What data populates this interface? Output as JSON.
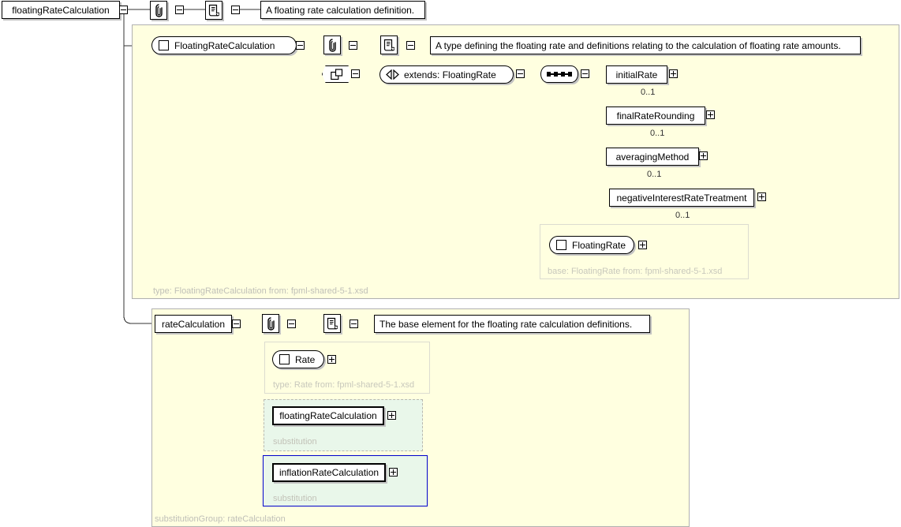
{
  "diagram": {
    "root_element": {
      "label": "floatingRateCalculation",
      "annotation_icon": "paperclip-icon",
      "documentation_icon": "document-icon",
      "documentation": "A floating rate calculation definition."
    },
    "type_panel": {
      "footer": "type: FloatingRateCalculation from: fpml-shared-5-1.xsd",
      "type_box": {
        "label": "FloatingRateCalculation",
        "icon": "square-icon"
      },
      "annotation_icon": "paperclip-icon",
      "documentation_icon": "document-icon",
      "documentation": "A type defining the floating rate and definitions relating to the calculation of floating rate amounts.",
      "extension_icon": "extension-icon",
      "extends_label": "extends: FloatingRate",
      "extends_icon": "extends-icon",
      "sequence_icon": "sequence-icon",
      "children": [
        {
          "label": "initialRate",
          "cardinality": "0..1"
        },
        {
          "label": "finalRateRounding",
          "cardinality": "0..1"
        },
        {
          "label": "averagingMethod",
          "cardinality": "0..1"
        },
        {
          "label": "negativeInterestRateTreatment",
          "cardinality": "0..1"
        }
      ],
      "base_frame": {
        "label": "base: FloatingRate from: fpml-shared-5-1.xsd",
        "box_label": "FloatingRate",
        "icon": "square-icon"
      }
    },
    "substgroup_panel": {
      "footer": "substitutionGroup: rateCalculation",
      "head_element": {
        "label": "rateCalculation",
        "annotation_icon": "paperclip-icon",
        "documentation_icon": "document-icon",
        "documentation": "The base element for the floating rate calculation definitions."
      },
      "type_frame": {
        "label": "type: Rate from: fpml-shared-5-1.xsd",
        "box_label": "Rate",
        "icon": "square-icon"
      },
      "substitutions": [
        {
          "label": "floatingRateCalculation",
          "caption": "substitution",
          "style": "dashed"
        },
        {
          "label": "inflationRateCalculation",
          "caption": "substitution",
          "style": "solid-blue"
        }
      ]
    },
    "colors": {
      "panel_background": "#ffffe0",
      "substitution_background": "#e9f7ea",
      "substitution_highlight_border": "#0000cc",
      "panel_border": "#b0b0b0",
      "box_shadow": "#c3c3c3",
      "muted_label": "#c0c0b8"
    }
  }
}
